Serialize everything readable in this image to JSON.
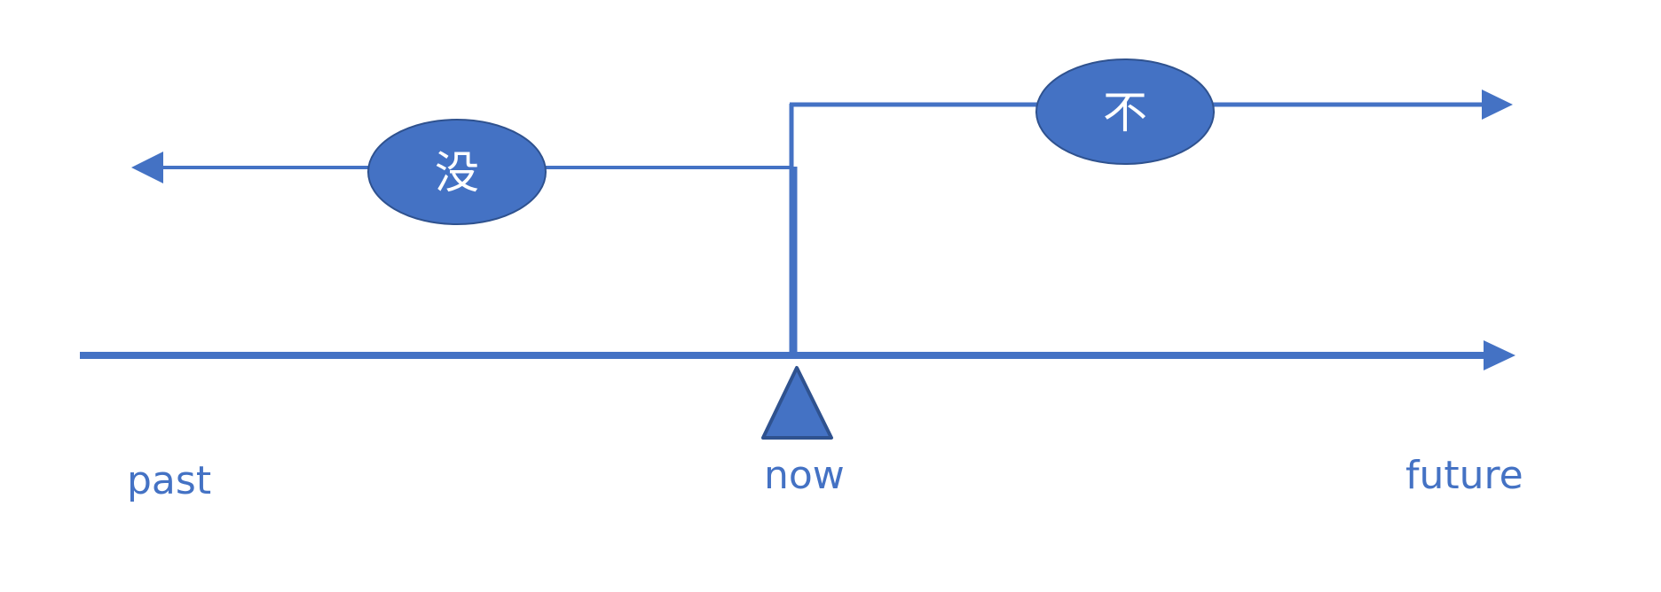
{
  "timeline": {
    "labels": {
      "past": "past",
      "now": "now",
      "future": "future"
    }
  },
  "markers": {
    "past_negation": "没",
    "future_negation": "不"
  },
  "colors": {
    "primary": "#4472C4",
    "outline": "#2F528F",
    "marker_text": "#ffffff",
    "background": "#ffffff"
  }
}
